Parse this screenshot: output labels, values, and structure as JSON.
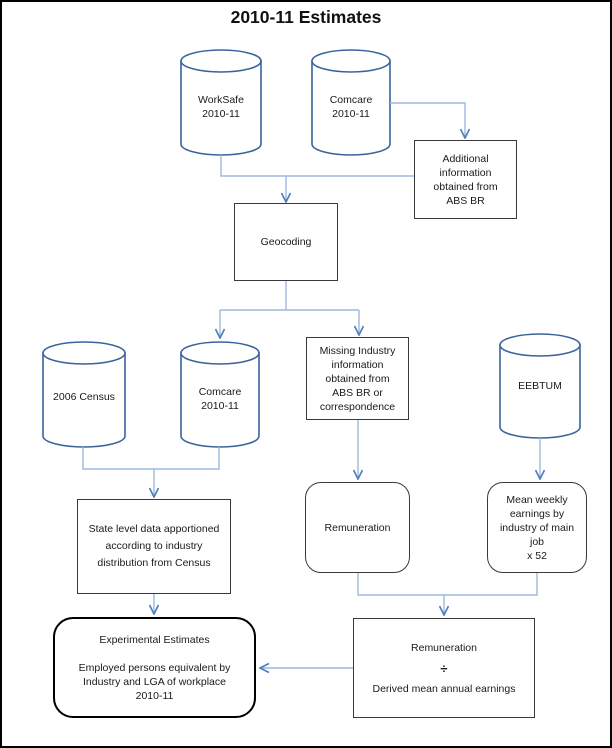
{
  "title": "2010-11 Estimates",
  "colors": {
    "connector_line": "#9CB8DE",
    "arrowhead": "#4F81BD",
    "cylinder_outline": "#3A649C",
    "box_outline": "#3A3A3A",
    "emphasis_outline": "#000000",
    "text": "#1A1A1A",
    "background": "#FFFFFF"
  },
  "nodes": {
    "worksafe": {
      "shape": "cylinder",
      "label": "WorkSafe\n2010-11"
    },
    "comcare_top": {
      "shape": "cylinder",
      "label": "Comcare\n2010-11"
    },
    "additional_info": {
      "shape": "rectangle",
      "label": "Additional\ninformation\nobtained from\nABS BR"
    },
    "geocoding": {
      "shape": "rectangle",
      "label": "Geocoding"
    },
    "census_2006": {
      "shape": "cylinder",
      "label": "2006 Census"
    },
    "comcare_mid": {
      "shape": "cylinder",
      "label": "Comcare\n2010-11"
    },
    "missing_industry": {
      "shape": "rectangle",
      "label": "Missing Industry\ninformation\nobtained from\nABS BR or\ncorrespondence"
    },
    "eebtum": {
      "shape": "cylinder",
      "label": "EEBTUM"
    },
    "state_level": {
      "shape": "rectangle",
      "label": "State level data apportioned\naccording to industry\ndistribution from Census"
    },
    "remuneration": {
      "shape": "rounded-rectangle",
      "label": "Remuneration"
    },
    "mean_weekly": {
      "shape": "rounded-rectangle",
      "label": "Mean weekly\nearnings by\nindustry of main\njob\nx 52"
    },
    "experimental": {
      "shape": "rounded-rectangle-thick",
      "label": "Experimental Estimates\n\nEmployed persons equivalent by\nIndustry and LGA of workplace\n2010-11"
    },
    "division": {
      "shape": "rectangle",
      "numerator": "Remuneration",
      "operator": "÷",
      "denominator": "Derived mean annual earnings"
    }
  }
}
